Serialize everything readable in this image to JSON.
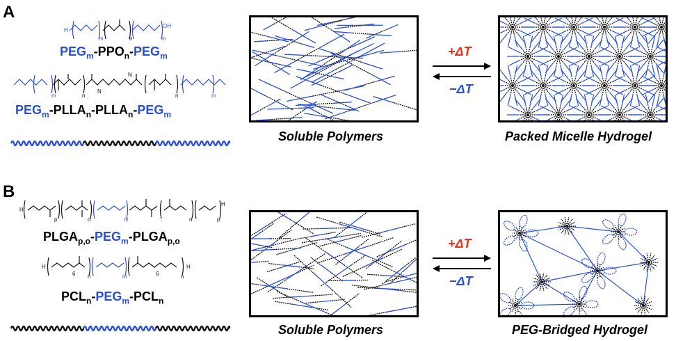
{
  "panel_a": {
    "letter": "A",
    "polymer1": {
      "p1": "PEG",
      "s1": "m",
      "p2": "-PPO",
      "s2": "n",
      "p3": "-",
      "p4": "PEG",
      "s4": "m"
    },
    "polymer2": {
      "p1": "PEG",
      "s1": "m",
      "p2": "-PLLA",
      "s2": "n",
      "p3": "-PLLA",
      "s3": "n",
      "p4": "-",
      "p5": "PEG",
      "s5": "m"
    },
    "forward_label": "+ΔT",
    "reverse_label": "−ΔT",
    "left_caption": "Soluble Polymers",
    "right_caption": "Packed Micelle Hydrogel"
  },
  "panel_b": {
    "letter": "B",
    "polymer1": {
      "p1": "PLGA",
      "s1": "p,o",
      "p2": "-",
      "p3": "PEG",
      "s3": "m",
      "p4": "-PLGA",
      "s4": "p,o"
    },
    "polymer2": {
      "p1": "PCL",
      "s1": "n",
      "p2": "-",
      "p3": "PEG",
      "s3": "m",
      "p4": "-PCL",
      "s4": "n"
    },
    "forward_label": "+ΔT",
    "reverse_label": "−ΔT",
    "left_caption": "Soluble Polymers",
    "right_caption": "PEG-Bridged Hydrogel"
  },
  "colors": {
    "peg_blue": "#2a4fd6",
    "hydrophobic_black": "#111111",
    "heat_red": "#e6321e"
  }
}
